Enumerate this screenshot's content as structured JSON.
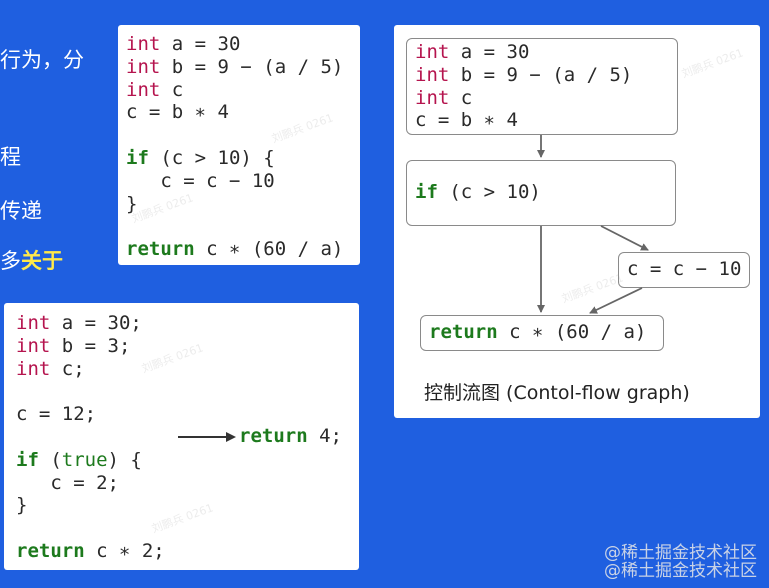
{
  "left_text": {
    "line1": "行为，分",
    "line2": "程",
    "line3": "传递",
    "line4_plain": "多",
    "line4_highlight": "关于"
  },
  "original_code": {
    "lines": [
      {
        "k": "int",
        "r": " a = 30"
      },
      {
        "k": "int",
        "r": " b = 9 − (a / 5)"
      },
      {
        "k": "int",
        "r": " c"
      },
      {
        "k": "",
        "r": "c = b ∗ 4"
      },
      {
        "k": "",
        "r": ""
      },
      {
        "k": "if",
        "r": " (c > 10) {"
      },
      {
        "k": "",
        "r": "   c = c − 10"
      },
      {
        "k": "",
        "r": "}"
      },
      {
        "k": "",
        "r": ""
      },
      {
        "k": "return",
        "r": " c ∗ (60 / a)"
      }
    ]
  },
  "folded_code": {
    "lines": [
      {
        "k": "int",
        "r": " a = 30;"
      },
      {
        "k": "int",
        "r": " b = 3;"
      },
      {
        "k": "int",
        "r": " c;"
      },
      {
        "k": "",
        "r": ""
      },
      {
        "k": "",
        "r": "c = 12;"
      },
      {
        "k": "",
        "r": ""
      },
      {
        "k": "if",
        "r": " (",
        "t": "true",
        "r2": ") {"
      },
      {
        "k": "",
        "r": "   c = 2;"
      },
      {
        "k": "",
        "r": "}"
      },
      {
        "k": "",
        "r": ""
      },
      {
        "k": "return",
        "r": " c ∗ 2;"
      }
    ],
    "result_kw": "return",
    "result_rest": " 4;"
  },
  "cfg": {
    "block1": [
      {
        "k": "int",
        "r": " a = 30"
      },
      {
        "k": "int",
        "r": " b = 9 − (a / 5)"
      },
      {
        "k": "int",
        "r": " c"
      },
      {
        "k": "",
        "r": "c = b ∗ 4"
      }
    ],
    "block2": {
      "k": "if",
      "r": " (c > 10)"
    },
    "block3": {
      "k": "",
      "r": "c = c − 10"
    },
    "block4": {
      "k": "return",
      "r": " c ∗ (60 / a)"
    },
    "caption": "控制流图 (Contol-flow graph)"
  },
  "watermark": "刘鹏兵 0261",
  "brand": {
    "line1": "@稀土掘金技术社区",
    "line2": "@稀土掘金技术社区"
  },
  "colors": {
    "background": "#1f5fe0",
    "keyword": "#b5144e",
    "control": "#1d7a1d",
    "highlight": "#ffe94a"
  }
}
